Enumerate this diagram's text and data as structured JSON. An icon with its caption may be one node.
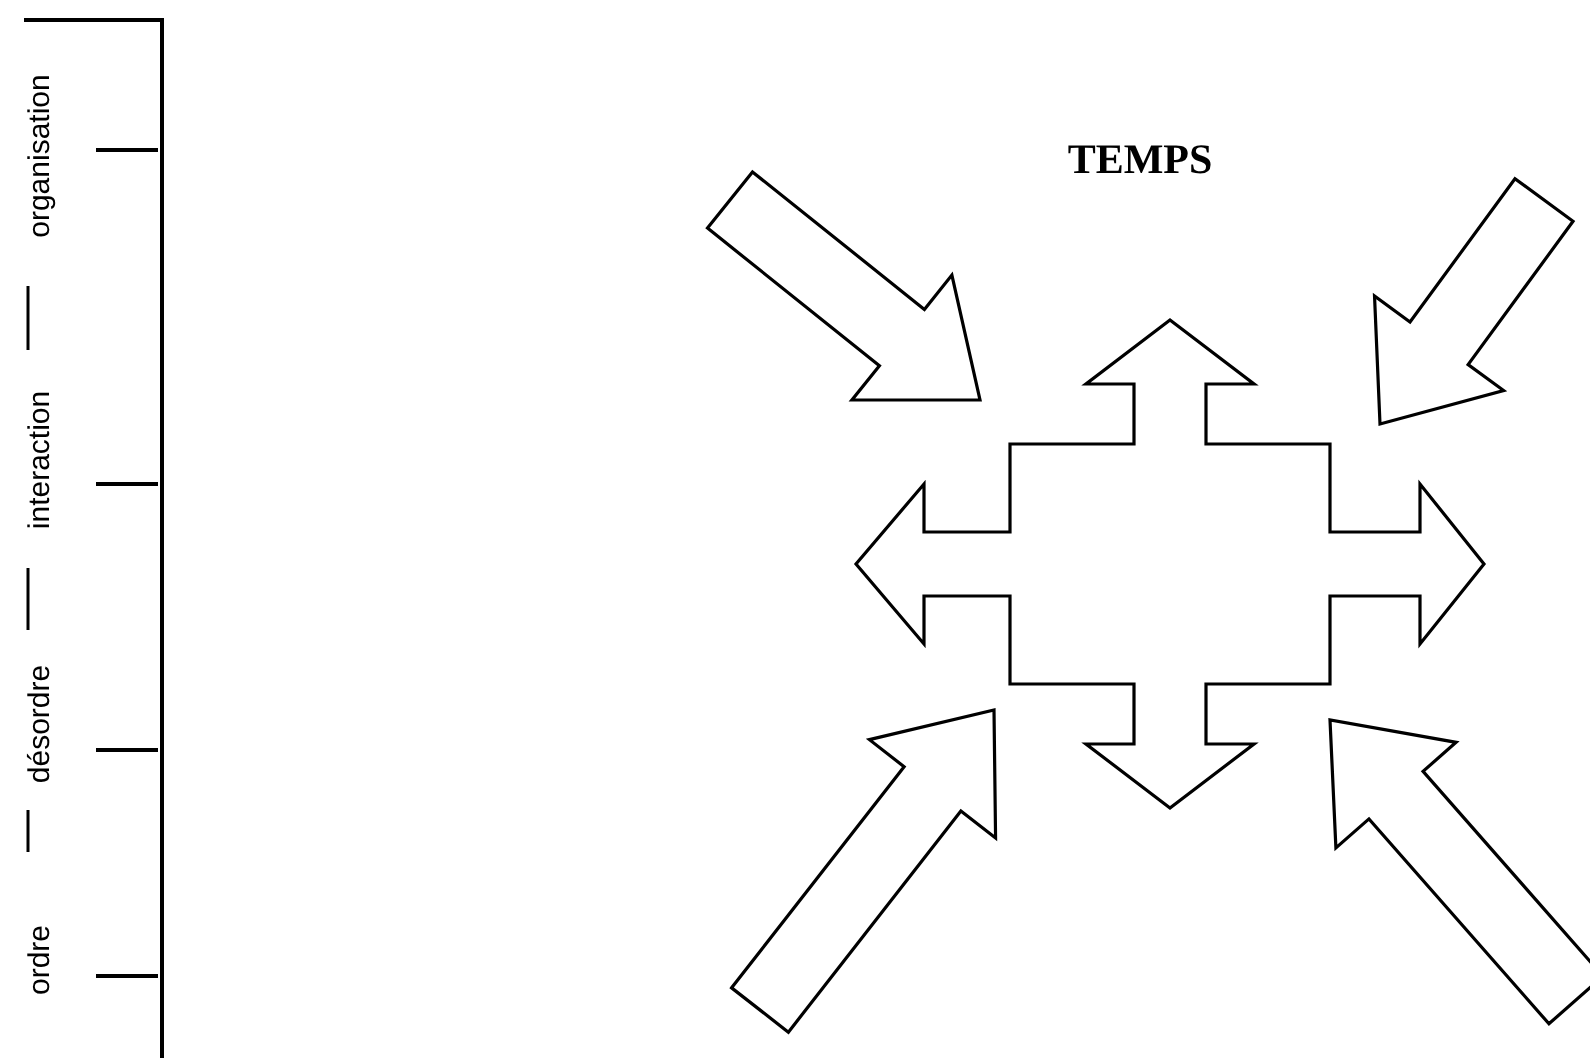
{
  "diagram": {
    "title": "TEMPS",
    "labels": [
      "ordre",
      "désordre",
      "interaction",
      "organisation"
    ]
  }
}
